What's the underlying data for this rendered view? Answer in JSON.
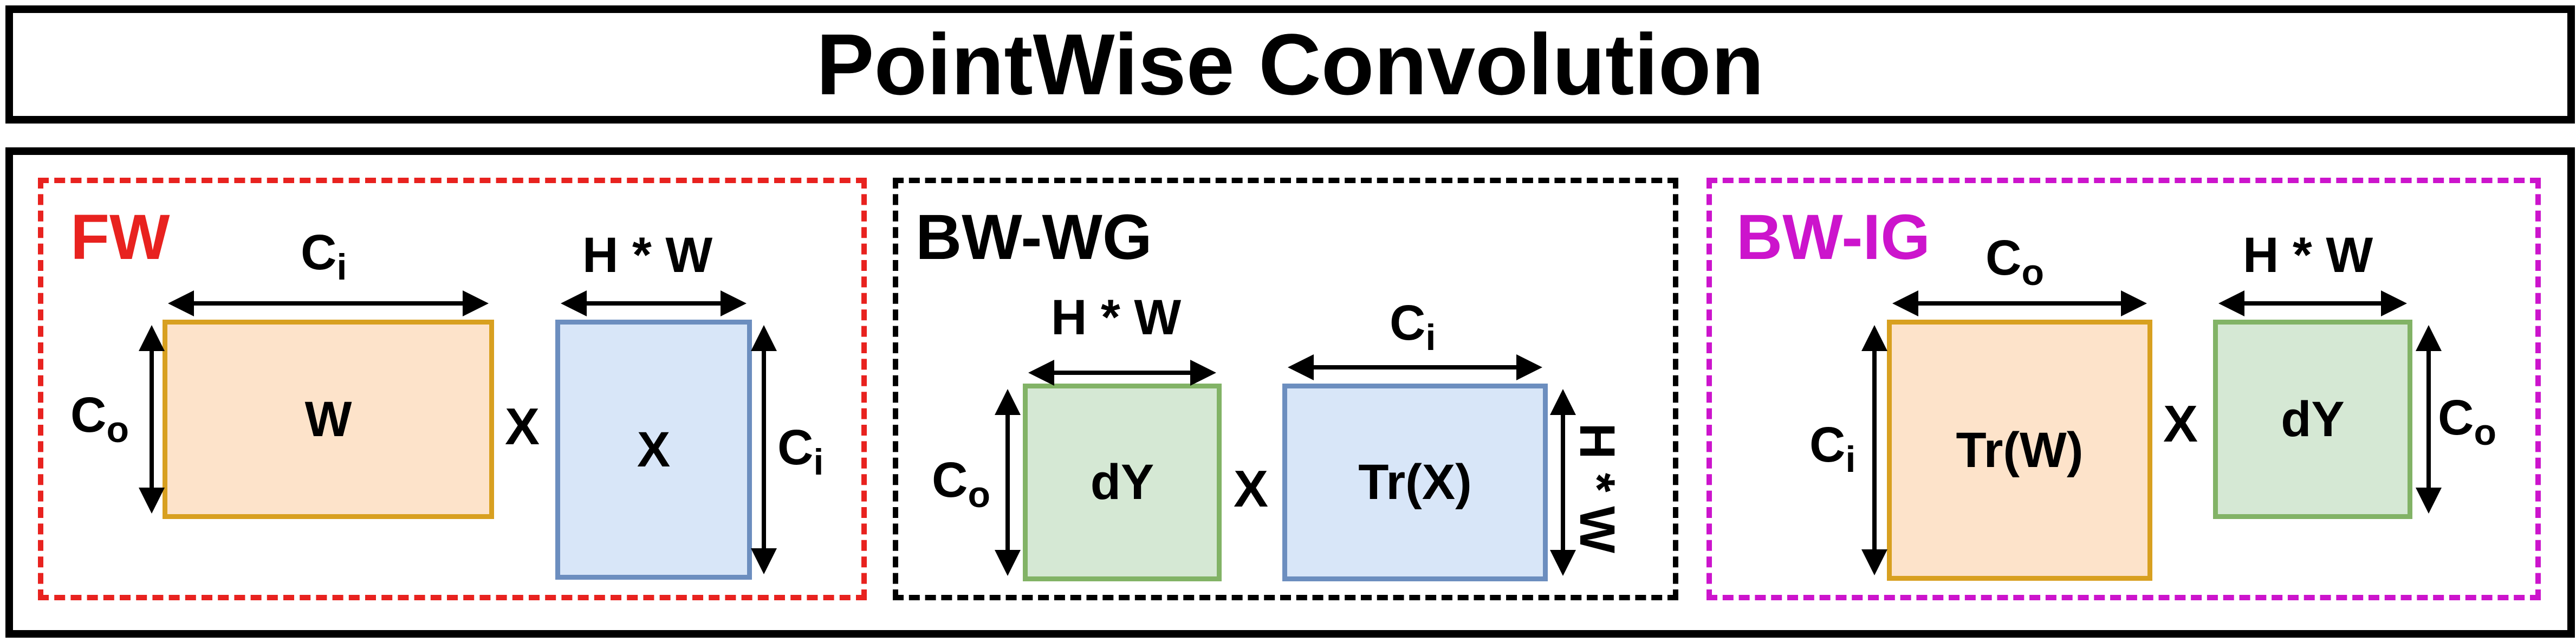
{
  "title": "PointWise Convolution",
  "colors": {
    "fw": "#e8221f",
    "bw_wg": "#000000",
    "bw_ig": "#cc14cc",
    "orange_fill": "#fde3ca",
    "orange_border": "#d8a020",
    "blue_fill": "#d8e6f8",
    "blue_border": "#6c8ebf",
    "green_fill": "#d5e8d4",
    "green_border": "#82b366"
  },
  "panels": {
    "fw": {
      "title": "FW",
      "left_box": "W",
      "right_box": "X",
      "operator": "X",
      "left_top_label": {
        "base": "C",
        "sub": "i"
      },
      "left_side_label": {
        "base": "C",
        "sub": "o"
      },
      "right_top_label": "H * W",
      "right_side_label": {
        "base": "C",
        "sub": "i"
      }
    },
    "bw_wg": {
      "title": "BW-WG",
      "left_box": "dY",
      "right_box": "Tr(X)",
      "operator": "X",
      "left_top_label": "H * W",
      "left_side_label": {
        "base": "C",
        "sub": "o"
      },
      "right_top_label": {
        "base": "C",
        "sub": "i"
      },
      "right_side_label": "H * W"
    },
    "bw_ig": {
      "title": "BW-IG",
      "left_box": "Tr(W)",
      "right_box": "dY",
      "operator": "X",
      "left_top_label": {
        "base": "C",
        "sub": "o"
      },
      "left_side_label": {
        "base": "C",
        "sub": "i"
      },
      "right_top_label": "H * W",
      "right_side_label": {
        "base": "C",
        "sub": "o"
      }
    }
  }
}
